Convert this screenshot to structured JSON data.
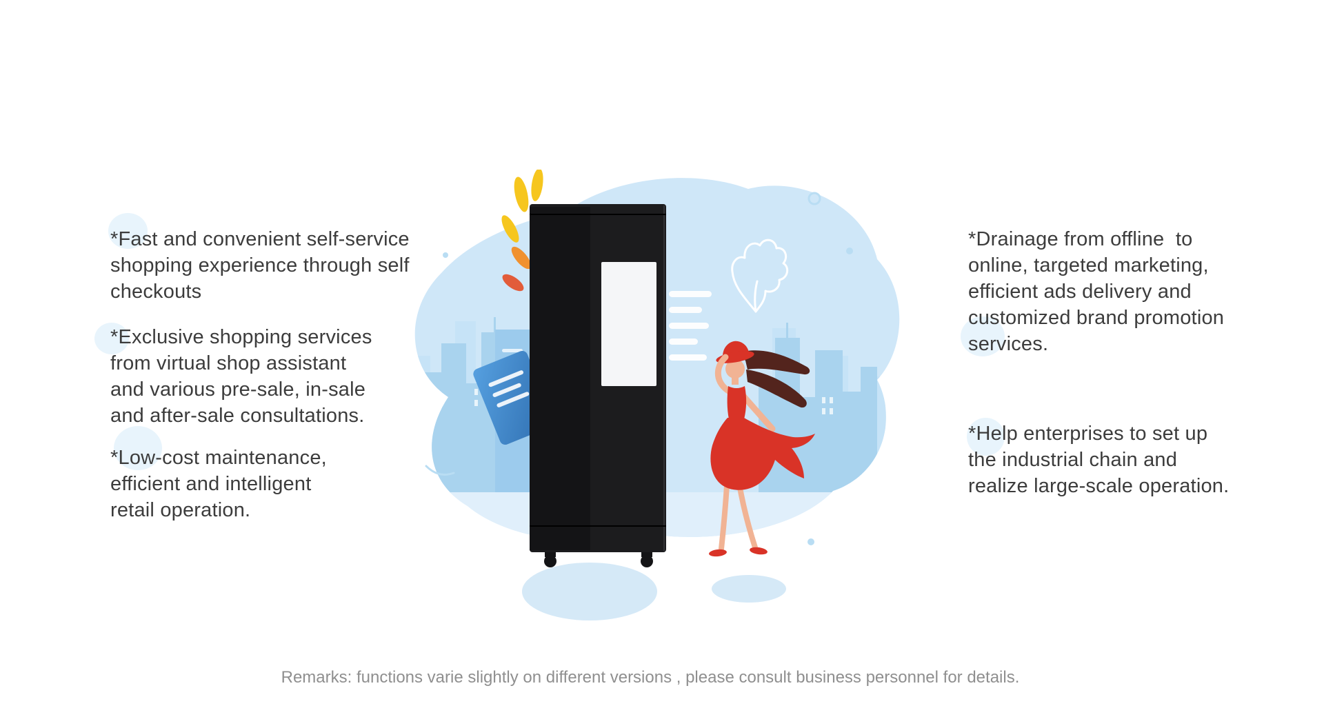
{
  "slide": {
    "left_paragraphs": [
      "*Fast and convenient self-service\nshopping experience through self\ncheckouts",
      "*Exclusive shopping services\nfrom virtual shop assistant\nand various pre-sale, in-sale\nand after-sale consultations.",
      "*Low-cost maintenance,\nefficient and intelligent\nretail operation."
    ],
    "right_paragraphs": [
      "*Drainage from offline  to\nonline, targeted marketing,\nefficient ads delivery and\ncustomized brand promotion\nservices.",
      "*Help enterprises to set up\nthe industrial chain and\nrealize large-scale operation."
    ],
    "remarks": "Remarks: functions varie slightly on different versions , please consult business personnel for details."
  },
  "illustration": {
    "label": "Illustration of a smart retail vending kiosk and a woman in a red dress against a light blue city skyline",
    "colors": {
      "blob": "#cfe7f8",
      "skyline_front": "#a9d3ee",
      "skyline_back": "#c6e3f7",
      "building_mid": "#9ccbed",
      "ground": "#e0effb",
      "machine_body": "#1c1c1e",
      "machine_highlight": "#323235",
      "screen": "#f5f6f8",
      "card_light": "#56a0e0",
      "card_dark": "#2d6cae",
      "dress_red": "#d93327",
      "skin": "#f1b394",
      "hair": "#53241d",
      "leaf_yellow": "#f6c61e",
      "leaf_orange": "#f0912f",
      "leaf_red": "#e25c3a",
      "shadow": "#d5e9f7",
      "dot_blue": "#b9ddf3",
      "text_dark": "#3c3c3c",
      "text_gray": "#8f8f8f",
      "text_accent_blob": "#e8f4fc"
    }
  }
}
